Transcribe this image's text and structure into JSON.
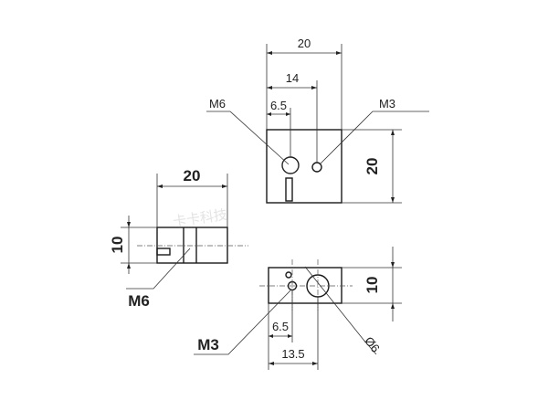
{
  "watermark": "卡卡科技",
  "top_view": {
    "width_label": "20",
    "inner_width_label": "14",
    "offset_label": "6.5",
    "height_label": "20",
    "thread_m6": "M6",
    "thread_m3": "M3"
  },
  "left_view": {
    "width_label": "20",
    "height_label": "10",
    "thread_m6": "M6"
  },
  "bottom_view": {
    "height_label": "10",
    "offset_label": "6.5",
    "inner_width_label": "13.5",
    "thread_m3": "M3",
    "diameter_label": "Ø6"
  }
}
